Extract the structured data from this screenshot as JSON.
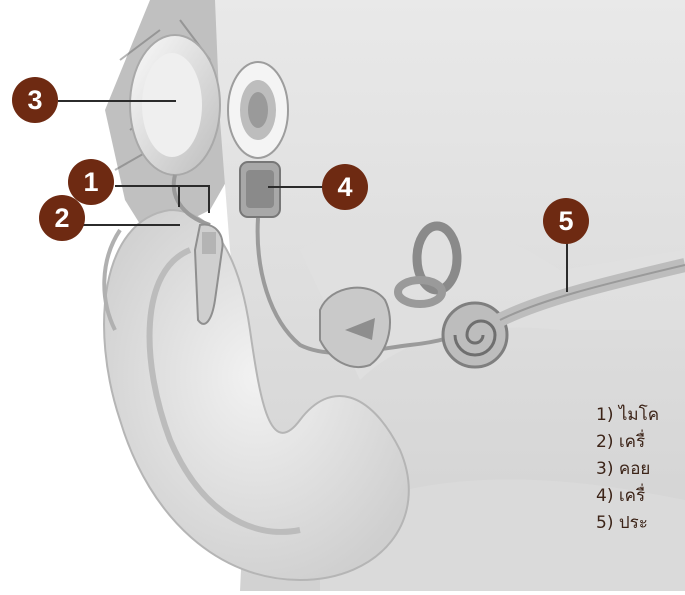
{
  "accent_color": "#6e2a12",
  "callouts": [
    {
      "number": "1"
    },
    {
      "number": "2"
    },
    {
      "number": "3"
    },
    {
      "number": "4"
    },
    {
      "number": "5"
    }
  ],
  "legend": [
    {
      "text": "1) ไมโค"
    },
    {
      "text": "2) เครื่"
    },
    {
      "text": "3) คอย"
    },
    {
      "text": "4) เครื่"
    },
    {
      "text": "5) ประ"
    }
  ]
}
